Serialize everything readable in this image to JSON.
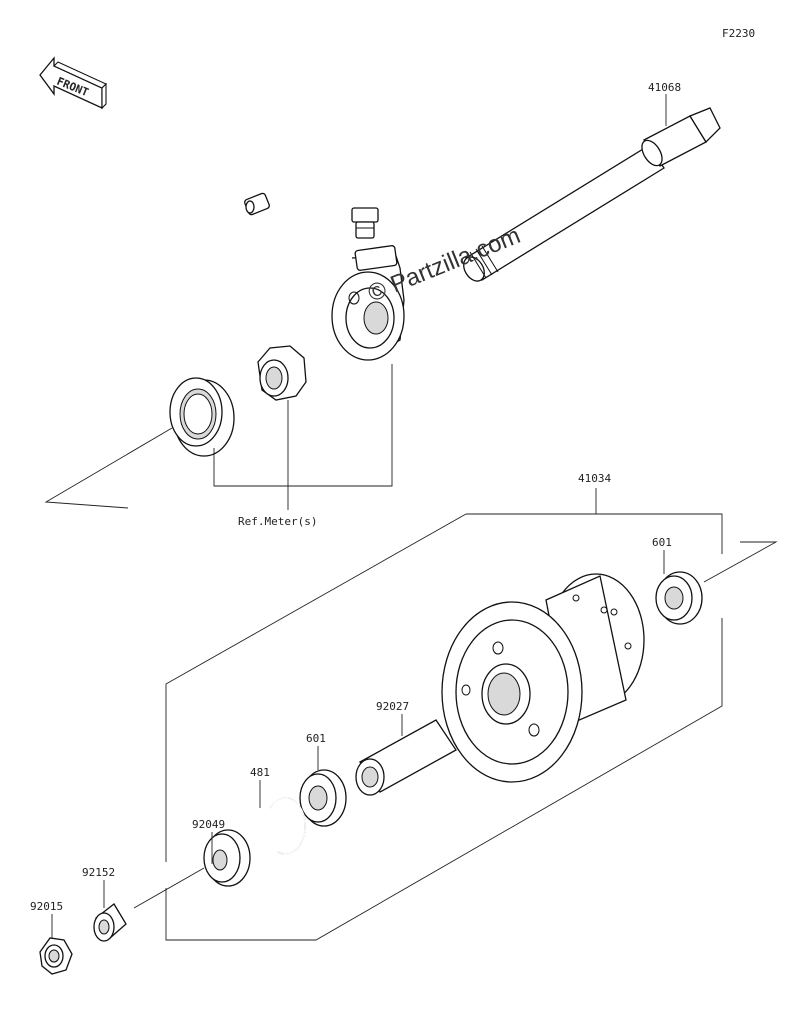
{
  "diagram_code": "F2230",
  "front_label": "FRONT",
  "watermark": "© Partzilla.com",
  "ref_label": "Ref.Meter(s)",
  "parts": [
    {
      "id": "p41068",
      "number": "41068"
    },
    {
      "id": "p41034",
      "number": "41034"
    },
    {
      "id": "p601a",
      "number": "601"
    },
    {
      "id": "p92027",
      "number": "92027"
    },
    {
      "id": "p601b",
      "number": "601"
    },
    {
      "id": "p481",
      "number": "481"
    },
    {
      "id": "p92049",
      "number": "92049"
    },
    {
      "id": "p92152",
      "number": "92152"
    },
    {
      "id": "p92015",
      "number": "92015"
    }
  ]
}
